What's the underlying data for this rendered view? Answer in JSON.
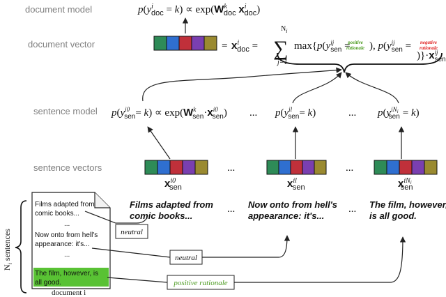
{
  "row_labels": {
    "document_model": "document model",
    "document_vector": "document vector",
    "sentence_model": "sentence model",
    "sentence_vectors": "sentence vectors"
  },
  "colors": {
    "vector": [
      "#2e8b57",
      "#2f6fd0",
      "#c0303a",
      "#7a3fb0",
      "#9a8a30"
    ],
    "positive": "#4a9a1e",
    "negative": "#e02020",
    "highlight": "#59c234"
  },
  "equations": {
    "doc_model": "p(yᵈᵒᶜ = k) ∝ exp(Wᵈᵒᶜ xᵈᵒᶜ)",
    "sum_upper": "N",
    "sum_lower": "j=1",
    "eq_sign": "=",
    "ellipsis": "...",
    "sent_model": "p(y = k) ∝ exp(W ·x )",
    "positive_rationale": "positive rationale",
    "negative_rationale": "negative rationale"
  },
  "sentences": {
    "s1": [
      "Films adapted from",
      "comic books..."
    ],
    "s2": [
      "Now onto from hell's",
      "appearance: it's..."
    ],
    "s3": [
      "The film, however,",
      "is all good."
    ]
  },
  "document": {
    "lines1": [
      "Films adapted from",
      "comic books..."
    ],
    "dots": "...",
    "lines2": [
      "Now onto from hell's",
      "appearance: it's..."
    ],
    "lines3": [
      "The film, however, is",
      "all good."
    ],
    "caption": "document i",
    "side_label": "N  sentences"
  },
  "tags": {
    "neutral1": "neutral",
    "neutral2": "neutral",
    "positive": "positive rationale"
  }
}
